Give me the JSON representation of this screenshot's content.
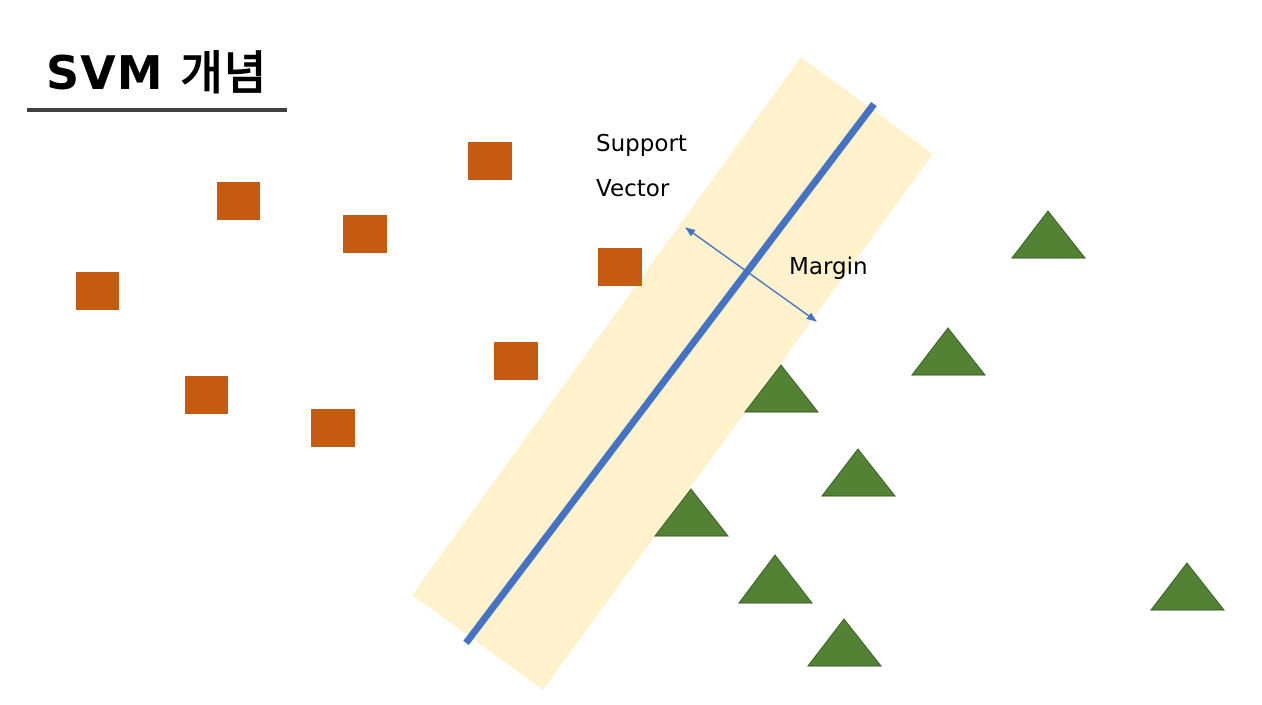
{
  "title": "SVM 개념",
  "labels": {
    "support_vector_line1": "Support",
    "support_vector_line2": "Vector",
    "margin": "Margin"
  },
  "colors": {
    "class_a": "#c55a11",
    "class_b": "#548235",
    "margin_band": "#fff2cc",
    "hyperplane": "#4472c4",
    "margin_arrow": "#4472c4",
    "title_underline": "#404040"
  },
  "legend_shapes": {
    "class_a": "square",
    "class_b": "triangle"
  }
}
